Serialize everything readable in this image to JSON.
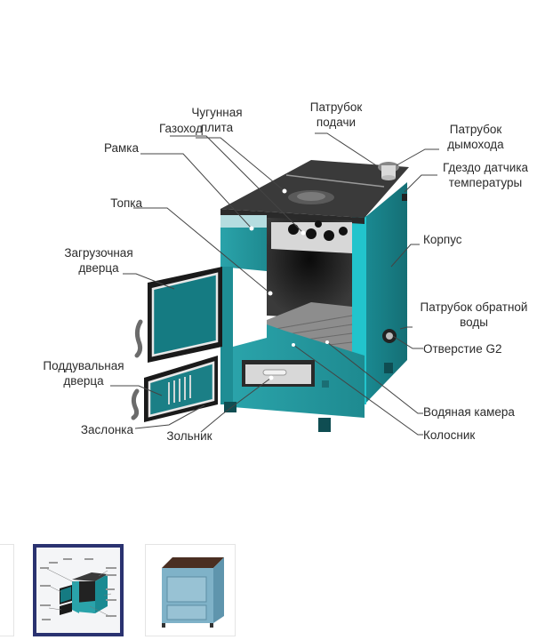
{
  "diagram": {
    "labels": {
      "chugunnaya_plita": [
        "Чугунная",
        "плита"
      ],
      "gazokhod": "Газоход",
      "ramka": "Рамка",
      "topka": "Топка",
      "zagruzochnaya": [
        "Загрузочная",
        "дверца"
      ],
      "podduvalnaya": [
        "Поддувальная",
        "дверца"
      ],
      "zaslonka": "Заслонка",
      "zolnik": "Зольник",
      "patrubok_podachi": [
        "Патрубок",
        "подачи"
      ],
      "patrubok_dymokhoda": [
        "Патрубок",
        "дымохода"
      ],
      "gnezdo": [
        "Гдездо датчика",
        "температуры"
      ],
      "korpus": "Корпус",
      "patrubok_obratnoy": [
        "Патрубок обратной",
        "воды"
      ],
      "otverstie": "Отверстие G2",
      "vodyanaya": "Водяная камера",
      "kolosnik": "Колосник"
    }
  },
  "gallery": {
    "thumbnails": [
      {
        "name": "previous-photo",
        "selected": false
      },
      {
        "name": "boiler-diagram",
        "selected": true
      },
      {
        "name": "boiler-exterior",
        "selected": false
      }
    ]
  },
  "colors": {
    "body_teal": "#1f8f96",
    "body_teal_dark": "#146a70",
    "top_plate": "#3a3a3a",
    "selected_border": "#2a3270"
  }
}
